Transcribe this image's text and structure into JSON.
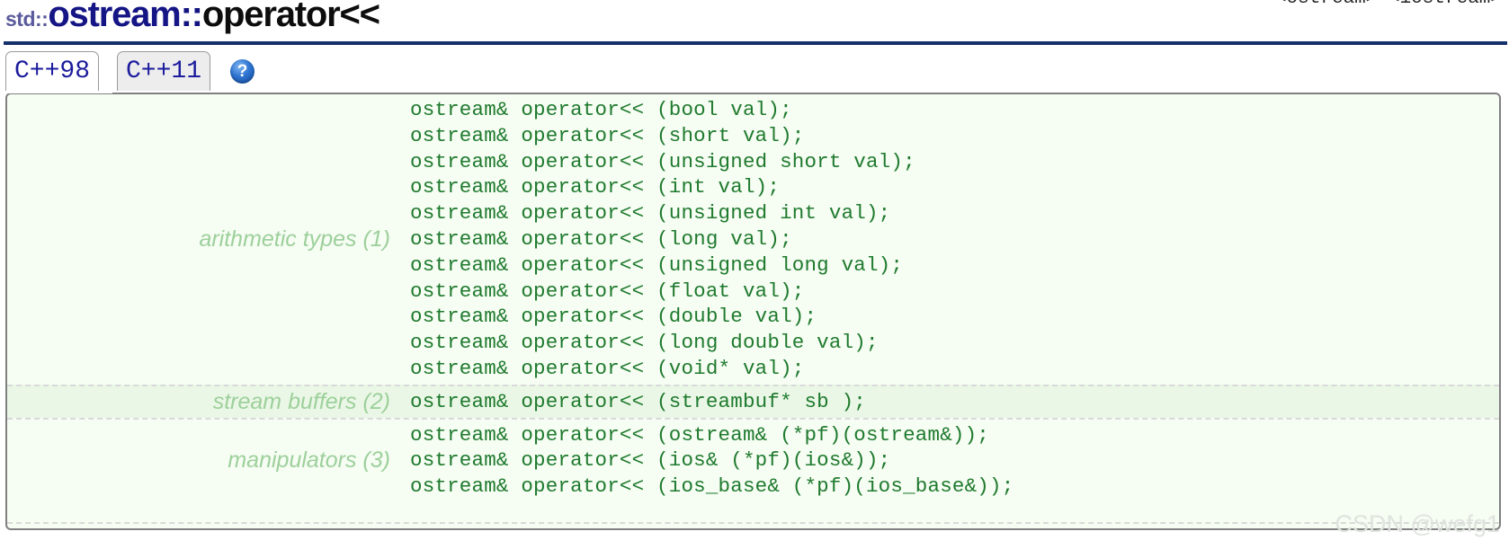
{
  "header": {
    "namespace": "std::",
    "class_and_member": "ostream::operator<<",
    "title_class": "ostream",
    "title_colons": "::",
    "title_operator": "operator<<",
    "includes": "<ostream> <iostream>"
  },
  "tabs": [
    {
      "label": "C++98",
      "active": true
    },
    {
      "label": "C++11",
      "active": false
    }
  ],
  "help": {
    "icon": "help-question-icon",
    "glyph": "?"
  },
  "signature_groups": [
    {
      "label": "arithmetic types (1)",
      "highlight": false,
      "signatures": [
        "ostream& operator<< (bool val);",
        "ostream& operator<< (short val);",
        "ostream& operator<< (unsigned short val);",
        "ostream& operator<< (int val);",
        "ostream& operator<< (unsigned int val);",
        "ostream& operator<< (long val);",
        "ostream& operator<< (unsigned long val);",
        "ostream& operator<< (float val);",
        "ostream& operator<< (double val);",
        "ostream& operator<< (long double val);",
        "ostream& operator<< (void* val);"
      ]
    },
    {
      "label": "stream buffers (2)",
      "highlight": true,
      "signatures": [
        "ostream& operator<< (streambuf* sb );"
      ]
    },
    {
      "label": "manipulators (3)",
      "highlight": false,
      "signatures": [
        "ostream& operator<< (ostream& (*pf)(ostream&));",
        "ostream& operator<< (ios& (*pf)(ios&));",
        "ostream& operator<< (ios_base& (*pf)(ios_base&));"
      ]
    }
  ],
  "watermark": {
    "text": "CSDN @wefg1"
  },
  "colors": {
    "title_navy": "#151585",
    "title_namespace": "#5a5a9c",
    "rule_navy": "#16306b",
    "tab_text": "#1c1c9e",
    "signature_green": "#1f7a2e",
    "label_green": "#9dd09b",
    "box_background": "#f6fdf3",
    "box_border": "#808080",
    "highlight_row": "#eaf7e6",
    "help_blue": "#2d73cf"
  }
}
